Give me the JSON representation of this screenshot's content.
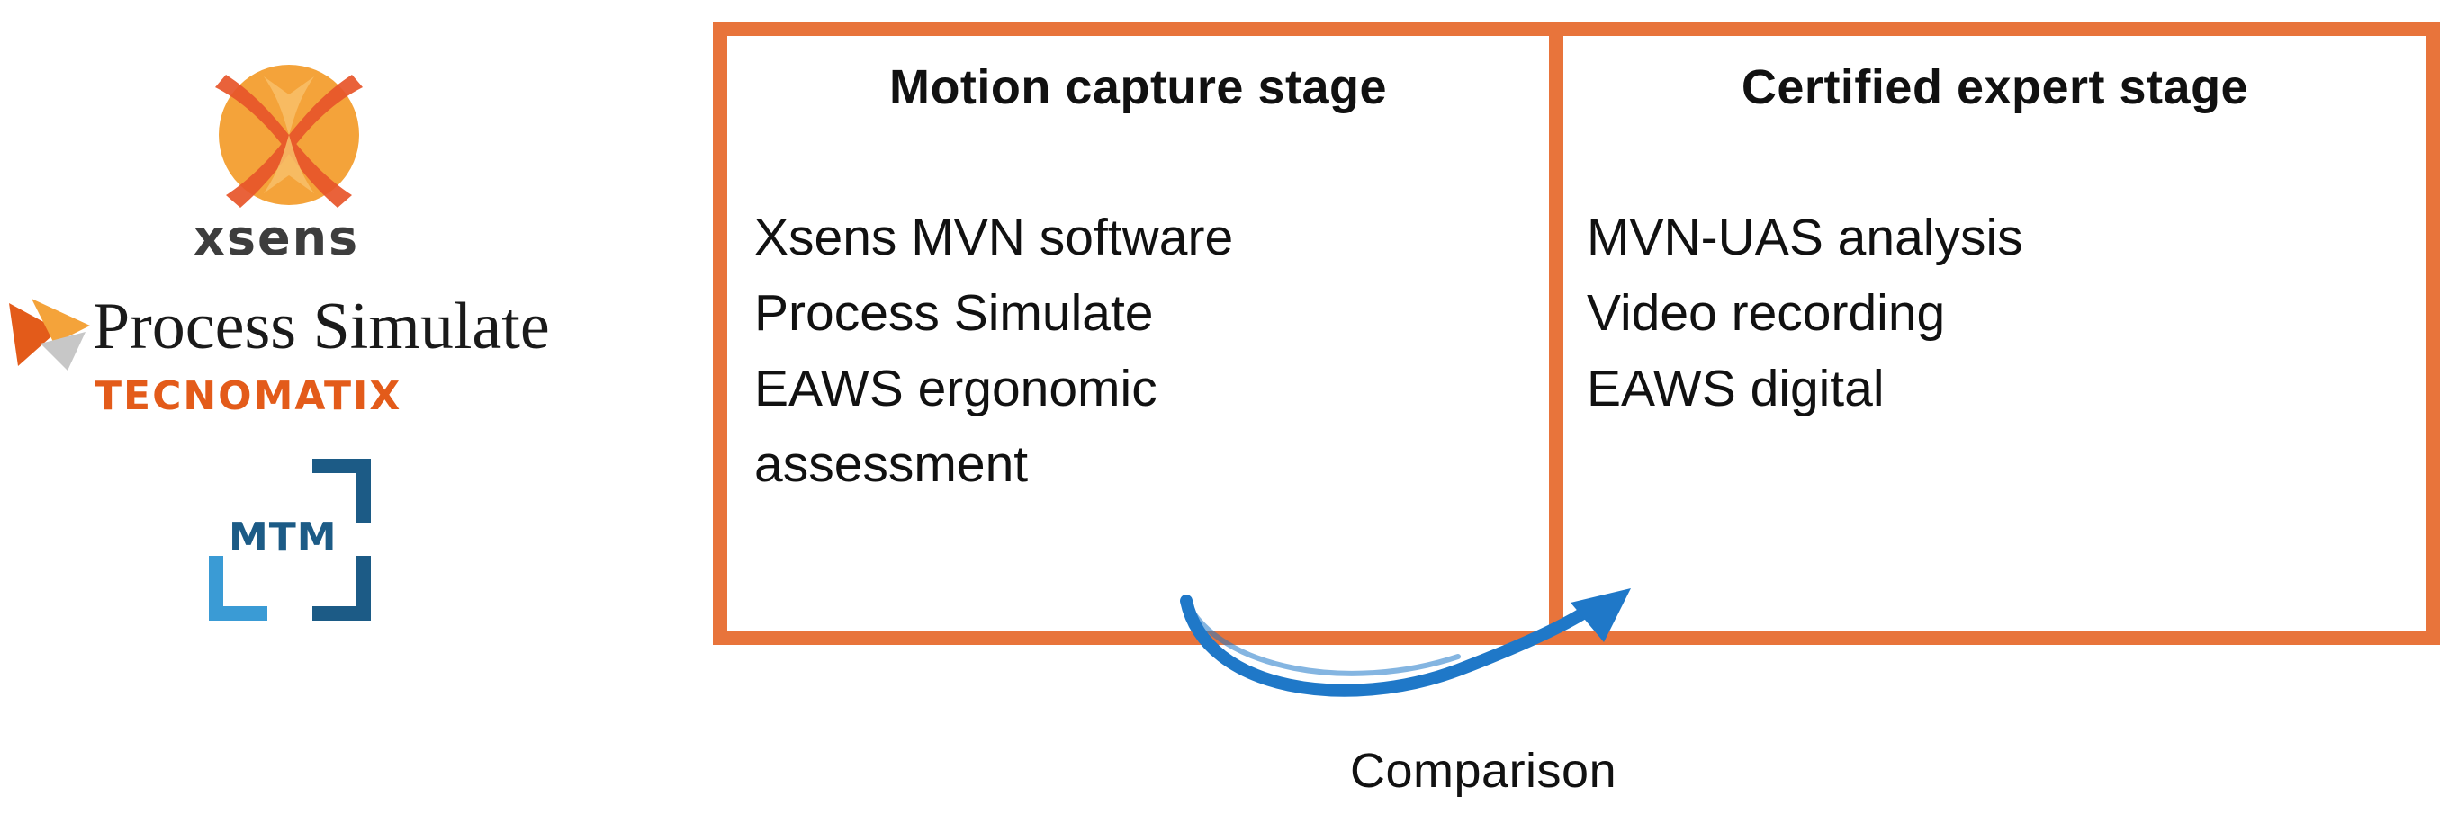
{
  "logos": {
    "xsens": {
      "text": "xsens"
    },
    "process_simulate": {
      "title": "Process Simulate",
      "subtitle": "TECNOMATIX"
    },
    "mtm": {
      "text": "MTM"
    }
  },
  "stages": [
    {
      "title": "Motion capture stage",
      "items": [
        "Xsens MVN software",
        "Process Simulate",
        "EAWS ergonomic",
        "assessment"
      ]
    },
    {
      "title": "Certified expert stage",
      "items": [
        "MVN-UAS analysis",
        "Video recording",
        "EAWS digital"
      ]
    }
  ],
  "comparison_label": "Comparison",
  "colors": {
    "box_border": "#E8743B",
    "arrow": "#1F78C8",
    "xsens_orange": "#F4A33A",
    "tecnomatix_orange": "#E35B1A",
    "mtm_blue": "#1c5b86"
  },
  "icons": [
    "xsens-logo-icon",
    "process-simulate-logo-icon",
    "mtm-logo-icon",
    "comparison-arrow-icon"
  ]
}
